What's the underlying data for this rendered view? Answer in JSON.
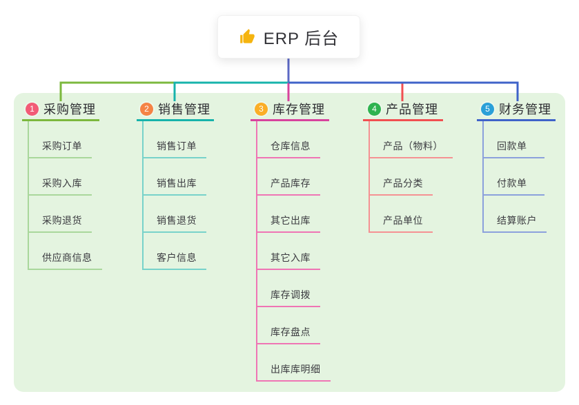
{
  "root": {
    "title": "ERP 后台",
    "icon": "thumbs-up-icon"
  },
  "connectors": {
    "stem_color": "#5c68c5"
  },
  "panel": {
    "background_color": "#e4f4e0"
  },
  "branches": [
    {
      "index": "1",
      "label": "采购管理",
      "badge_color": "#f25b76",
      "line_color": "#7cb83e",
      "item_line_color": "#a9d79b",
      "items": [
        "采购订单",
        "采购入库",
        "采购退货",
        "供应商信息"
      ]
    },
    {
      "index": "2",
      "label": "销售管理",
      "badge_color": "#f58345",
      "line_color": "#17b3ab",
      "item_line_color": "#77d2ca",
      "items": [
        "销售订单",
        "销售出库",
        "销售退货",
        "客户信息"
      ]
    },
    {
      "index": "3",
      "label": "库存管理",
      "badge_color": "#fbae27",
      "line_color": "#d8439d",
      "item_line_color": "#ef74b4",
      "items": [
        "仓库信息",
        "产品库存",
        "其它出库",
        "其它入库",
        "库存调拨",
        "库存盘点",
        "出库库明细"
      ]
    },
    {
      "index": "4",
      "label": "产品管理",
      "badge_color": "#2fb350",
      "line_color": "#f14f51",
      "item_line_color": "#f59193",
      "items": [
        "产品（物料）",
        "产品分类",
        "产品单位"
      ]
    },
    {
      "index": "5",
      "label": "财务管理",
      "badge_color": "#2aa0d8",
      "line_color": "#3f63c9",
      "item_line_color": "#8ba0dc",
      "items": [
        "回款单",
        "付款单",
        "结算账户"
      ]
    }
  ]
}
